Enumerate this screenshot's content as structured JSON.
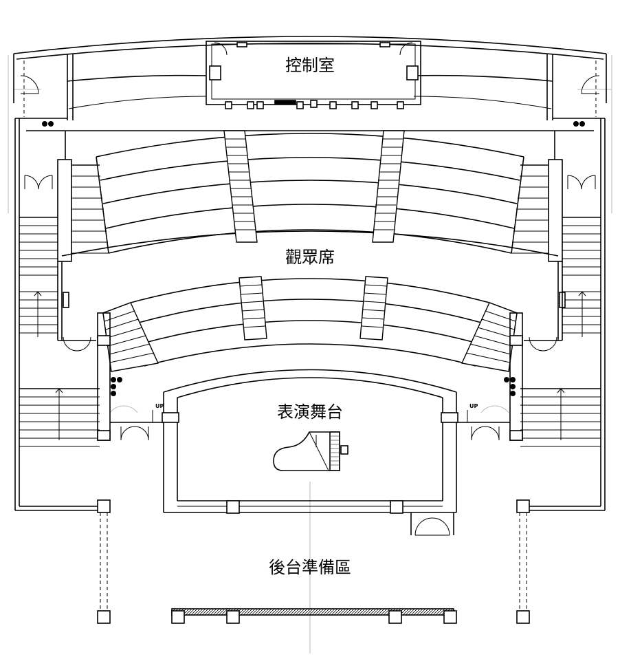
{
  "labels": {
    "control_room": "控制室",
    "audience_seating": "觀眾席",
    "performance_stage": "表演舞台",
    "backstage_prep_area": "後台準備區",
    "up_left": "UP",
    "up_right": "UP"
  }
}
